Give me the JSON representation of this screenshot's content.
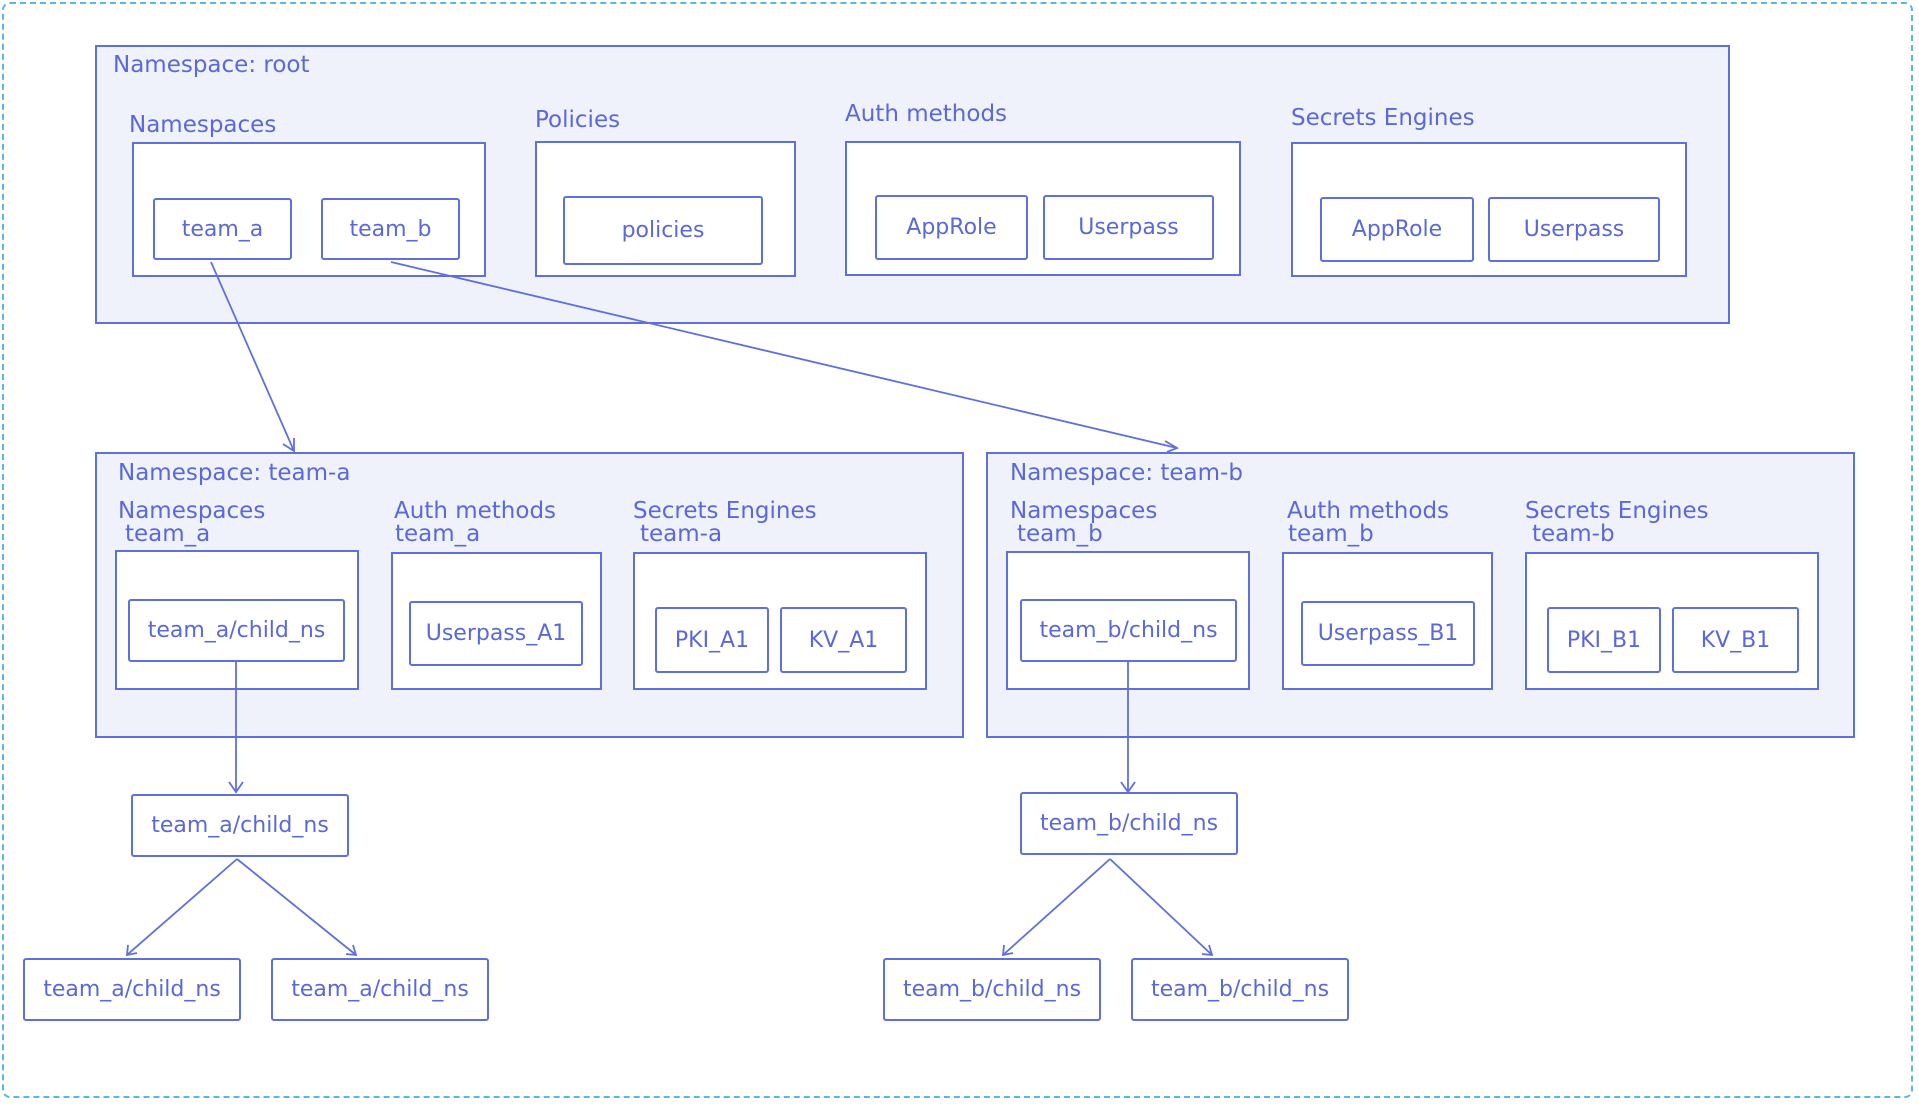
{
  "root": {
    "title": "Namespace: root",
    "namespaces": {
      "label": "Namespaces",
      "items": [
        "team_a",
        "team_b"
      ]
    },
    "policies": {
      "label": "Policies",
      "items": [
        "policies"
      ]
    },
    "auth_methods": {
      "label": "Auth methods",
      "items": [
        "AppRole",
        "Userpass"
      ]
    },
    "secrets_engines": {
      "label": "Secrets Engines",
      "items": [
        "AppRole",
        "Userpass"
      ]
    }
  },
  "team_a": {
    "title": "Namespace: team-a",
    "namespaces": {
      "label": "Namespaces",
      "sub": "team_a",
      "items": [
        "team_a/child_ns"
      ]
    },
    "auth_methods": {
      "label": "Auth methods",
      "sub": "team_a",
      "items": [
        "Userpass_A1"
      ]
    },
    "secrets_engines": {
      "label": "Secrets Engines",
      "sub": "team-a",
      "items": [
        "PKI_A1",
        "KV_A1"
      ]
    },
    "child": "team_a/child_ns",
    "grandchildren": [
      "team_a/child_ns",
      "team_a/child_ns"
    ]
  },
  "team_b": {
    "title": "Namespace: team-b",
    "namespaces": {
      "label": "Namespaces",
      "sub": "team_b",
      "items": [
        "team_b/child_ns"
      ]
    },
    "auth_methods": {
      "label": "Auth methods",
      "sub": "team_b",
      "items": [
        "Userpass_B1"
      ]
    },
    "secrets_engines": {
      "label": "Secrets Engines",
      "sub": "team-b",
      "items": [
        "PKI_B1",
        "KV_B1"
      ]
    },
    "child": "team_b/child_ns",
    "grandchildren": [
      "team_b/child_ns",
      "team_b/child_ns"
    ]
  },
  "colors": {
    "accent": "#5b68d8",
    "border": "#5f6fdc",
    "namespace_fill": "#eff2fb",
    "frame": "#5bb6e3"
  }
}
